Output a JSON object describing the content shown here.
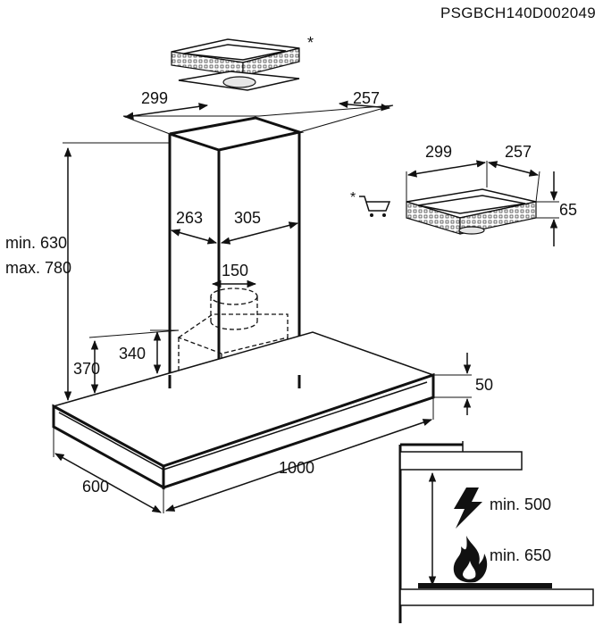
{
  "document_code": "PSGBCH140D002049",
  "accessory_marker": "*",
  "dimensions": {
    "top_width": "299",
    "top_depth": "257",
    "chimney_depth_inner": "263",
    "chimney_width_inner": "305",
    "outlet_diameter": "150",
    "height_min": "min. 630",
    "height_max": "max. 780",
    "height_370": "370",
    "height_340": "340",
    "hood_thickness": "50",
    "hood_width": "1000",
    "hood_depth": "600",
    "filter_width": "299",
    "filter_depth": "257",
    "filter_height": "65",
    "electric_clearance": "min. 500",
    "gas_clearance": "min. 650"
  },
  "icons": {
    "accessory": "shopping-cart-icon",
    "electric": "lightning-bolt-icon",
    "gas": "flame-icon"
  }
}
